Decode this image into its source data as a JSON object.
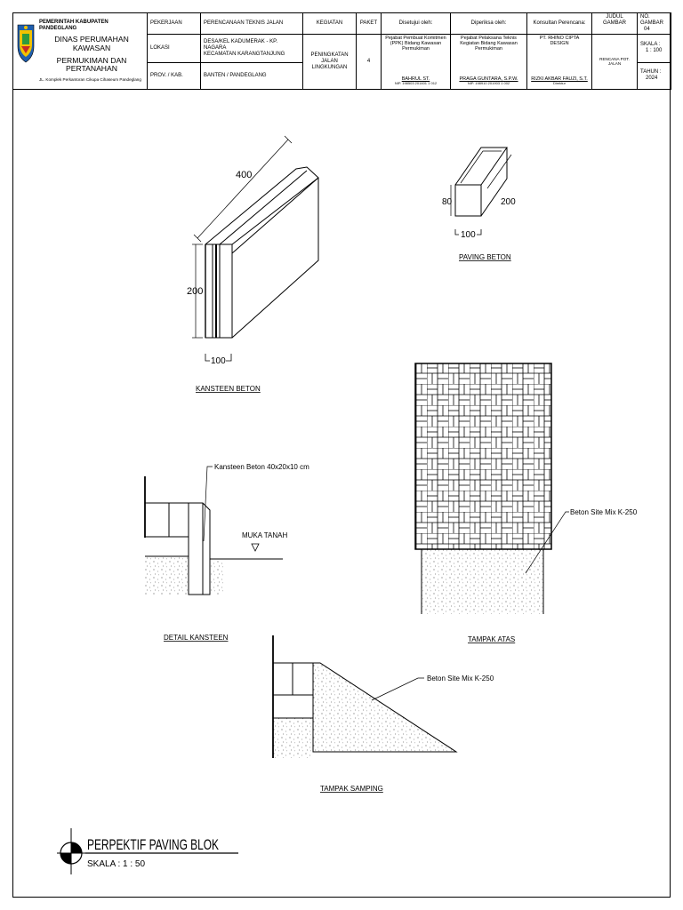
{
  "title_block": {
    "org_line1": "PEMERINTAH KABUPATEN PANDEGLANG",
    "org_line2": "DINAS PERUMAHAN KAWASAN",
    "org_line3": "PERMUKIMAN DAN PERTANAHAN",
    "org_address": "JL. Komplek Perkantoran Cikupa Cihaseum Pandeglang",
    "pekerjaan_label": "PEKERJAAN",
    "pekerjaan_value": "PERENCANAAN TEKNIS JALAN",
    "lokasi_label": "LOKASI",
    "lokasi_value_1": "DESA/KEL KADUMERAK - KP. NAGARA",
    "lokasi_value_2": "KECAMATAN KARANGTANJUNG",
    "prov_label": "PROV. / KAB.",
    "prov_value": "BANTEN / PANDEGLANG",
    "kegiatan_label": "KEGIATAN",
    "kegiatan_value": "PENINGKATAN JALAN LINGKUNGAN",
    "paket_label": "PAKET",
    "paket_value": "4",
    "disetujui_label": "Disetujui oleh:",
    "disetujui_role": "Pejabat Pembuat Komitmen (PPK) Bidang Kawasan Permukiman",
    "disetujui_name": "BAHRUL ST.",
    "disetujui_nip": "NIP. 198503 201401 1 012",
    "diperiksa_label": "Diperiksa oleh:",
    "diperiksa_role": "Pejabat Pelaksana Teknis Kegiatan Bidang Kawasan Permukiman",
    "diperiksa_name": "PRAGA GUNTARA, S.P.W.",
    "diperiksa_nip": "NIP. 198910 201903 1 002",
    "konsultan_label": "Konsultan Perencana:",
    "konsultan_company": "PT. RHINO CIPTA DESIGN",
    "konsultan_name": "RIZKI AKBAR FAUZI, S.T.",
    "konsultan_role": "Direktur",
    "judul_label": "JUDUL GAMBAR",
    "judul_value": "RENCANA POT. JALAN",
    "no_gambar_label": "NO. GAMBAR",
    "no_gambar_value": "04",
    "skala_label": "SKALA :",
    "skala_value": "1 : 100",
    "tahun_label": "TAHUN :",
    "tahun_value": "2024"
  },
  "drawings": {
    "kansteen_width": "400",
    "kansteen_height": "200",
    "kansteen_thickness": "100",
    "kansteen_caption": "KANSTEEN BETON",
    "paving_height": "80",
    "paving_depth": "200",
    "paving_width": "100",
    "paving_caption": "PAVING BETON",
    "detail_callout": "Kansteen Beton 40x20x10 cm",
    "muka_tanah": "MUKA TANAH",
    "detail_caption": "DETAIL KANSTEEN",
    "atas_callout": "Beton Site Mix K-250",
    "atas_caption": "TAMPAK ATAS",
    "samping_callout": "Beton Site Mix K-250",
    "samping_caption": "TAMPAK SAMPING",
    "sheet_title": "PERPEKTIF PAVING BLOK",
    "sheet_scale": "SKALA : 1 : 50"
  },
  "colors": {
    "line": "#000000",
    "logo_blue": "#1f5fae",
    "logo_yellow": "#f2c200"
  }
}
